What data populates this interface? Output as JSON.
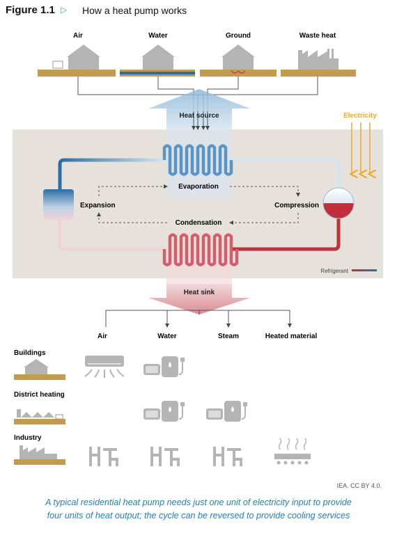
{
  "figure": {
    "number": "Figure 1.1",
    "title": "How a heat pump works"
  },
  "sources": [
    "Air",
    "Water",
    "Ground",
    "Waste heat"
  ],
  "labels": {
    "heat_source": "Heat source",
    "heat_sink": "Heat sink",
    "electricity": "Electricity",
    "evaporation": "Evaporation",
    "condensation": "Condensation",
    "expansion": "Expansion",
    "compression": "Compression",
    "refrigerant": "Refrigerant"
  },
  "sinks": [
    "Air",
    "Water",
    "Steam",
    "Heated material"
  ],
  "sectors": [
    "Buildings",
    "District heating",
    "Industry"
  ],
  "credit": "IEA. CC BY 4.0.",
  "caption": {
    "line1": "A typical residential heat pump needs just one unit of electricity input to provide",
    "line2": "four units of heat output; the cycle can be reversed to provide cooling services"
  },
  "colors": {
    "cold": "#2b6ea4",
    "hot": "#c0303a",
    "electricity": "#f0a928",
    "ground": "#c49a4e",
    "panel": "#e6e2db",
    "icon": "#b4b4b4",
    "caption": "#1f7fc0"
  }
}
